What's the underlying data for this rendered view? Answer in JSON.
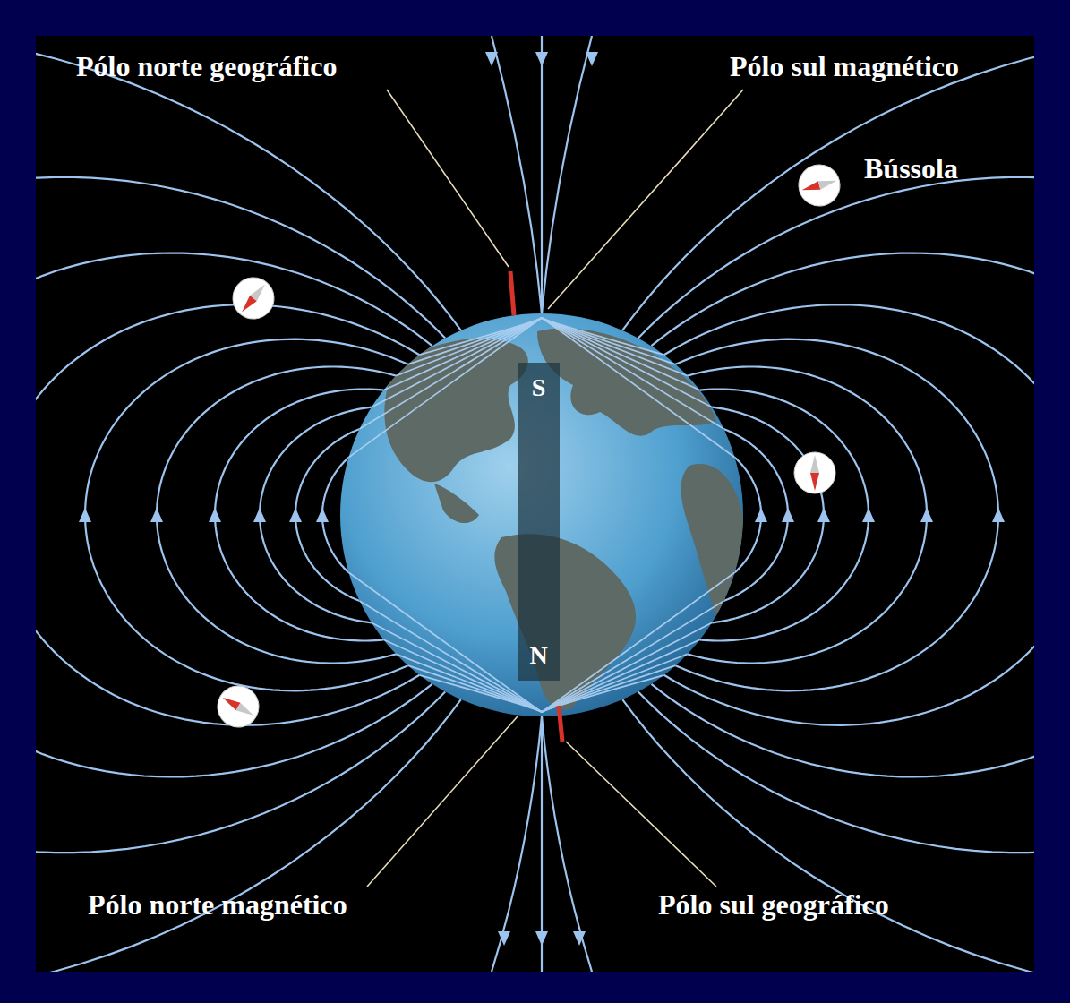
{
  "diagram": {
    "nodes": [
      {
        "text": [
          "S",
          "N"
        ]
      }
    ],
    "labels": [
      "Pólo norte geográfico",
      "Pólo sul magnético",
      "Bússola",
      "Pólo norte magnético",
      "Pólo sul geográfico"
    ]
  }
}
